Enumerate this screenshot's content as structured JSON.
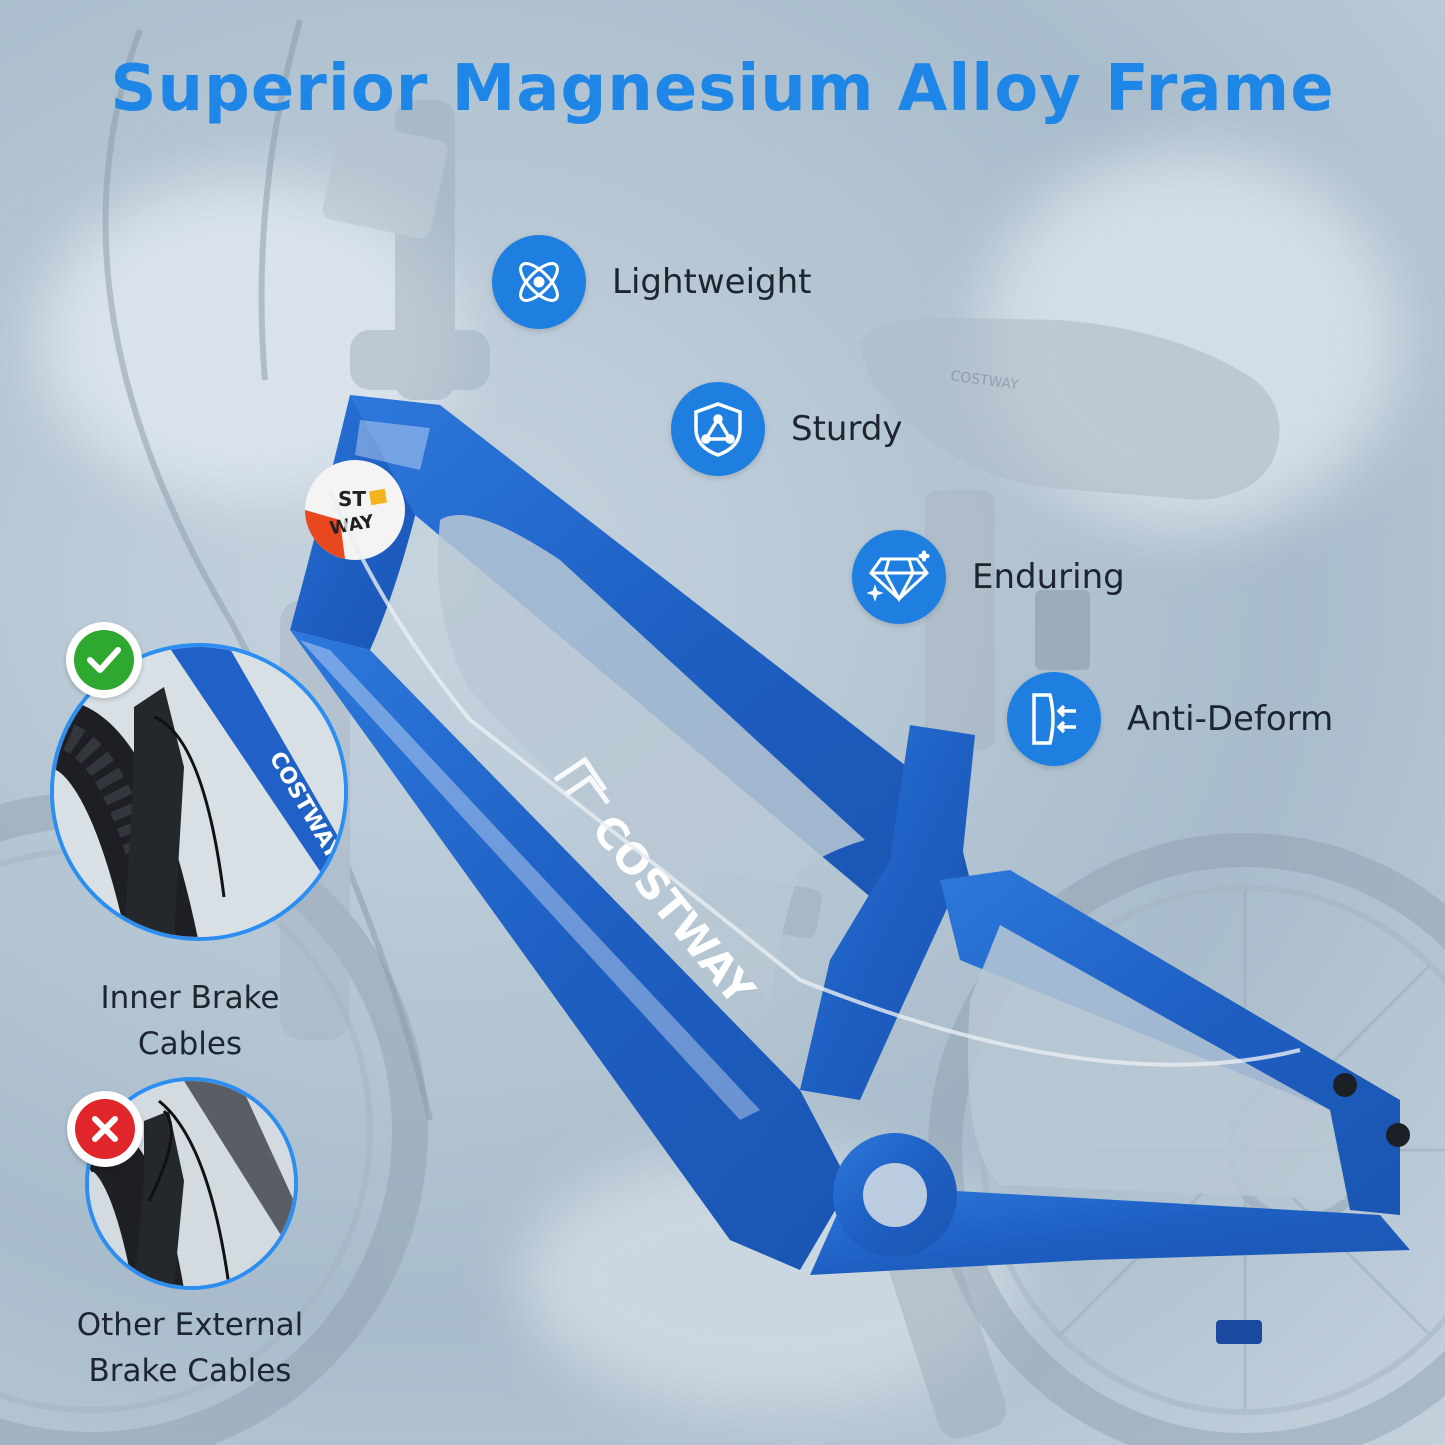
{
  "title": "Superior Magnesium Alloy Frame",
  "colors": {
    "accent": "#1d86e6",
    "icon_bg": "#1f7fe0",
    "frame": "#1e63c8",
    "check": "#2fa82f",
    "cross": "#e0262b"
  },
  "features": [
    {
      "label": "Lightweight",
      "icon": "atom-icon"
    },
    {
      "label": "Sturdy",
      "icon": "shield-triangle-icon"
    },
    {
      "label": "Enduring",
      "icon": "diamond-icon"
    },
    {
      "label": "Anti-Deform",
      "icon": "compress-arrows-icon"
    }
  ],
  "comparison": {
    "good": {
      "caption": "Inner Brake Cables",
      "badge": "check-icon"
    },
    "bad": {
      "caption": "Other External Brake Cables",
      "badge": "cross-icon"
    }
  },
  "frame_text": {
    "brand_tube": "COSTWAY",
    "saddle_brand": "COSTWAY",
    "sticker_line1": "ST",
    "sticker_line2": "WAY"
  }
}
